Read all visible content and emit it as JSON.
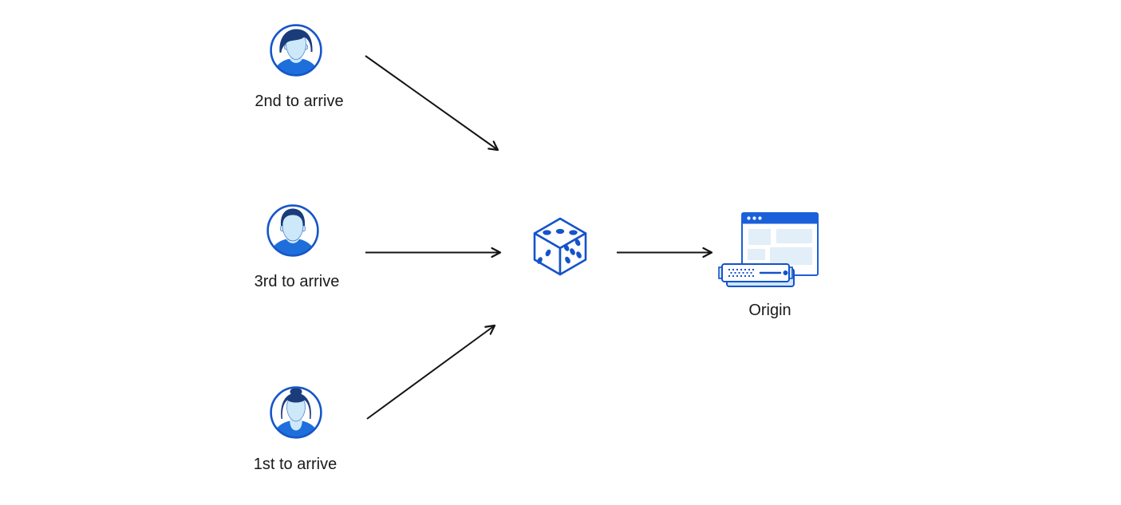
{
  "colors": {
    "outline_blue": "#1453CB",
    "avatar_ring_blue": "#1556C8",
    "hair_navy": "#1A3C7B",
    "shirt_blue": "#1E6FDB",
    "skin_light_blue": "#CDE8F8",
    "panel_light_blue": "#E2EEF8",
    "browser_titlebar_blue": "#1B60DA",
    "server_shadow_blue": "#CDE6F7",
    "arrow_black": "#141414",
    "label_text": "#1A1A1A",
    "background": "#FFFFFF"
  },
  "diagram": {
    "clients": [
      {
        "label": "2nd to arrive",
        "icon": "user-avatar-man-swept-hair-icon"
      },
      {
        "label": "3rd to arrive",
        "icon": "user-avatar-man-short-hair-icon"
      },
      {
        "label": "1st to arrive",
        "icon": "user-avatar-woman-bun-icon"
      }
    ],
    "router": {
      "icon": "dice-icon"
    },
    "origin": {
      "label": "Origin",
      "icon": "origin-server-browser-icon"
    },
    "connections": [
      {
        "from": "2nd to arrive",
        "to": "dice"
      },
      {
        "from": "3rd to arrive",
        "to": "dice"
      },
      {
        "from": "1st to arrive",
        "to": "dice"
      },
      {
        "from": "dice",
        "to": "Origin"
      }
    ]
  }
}
